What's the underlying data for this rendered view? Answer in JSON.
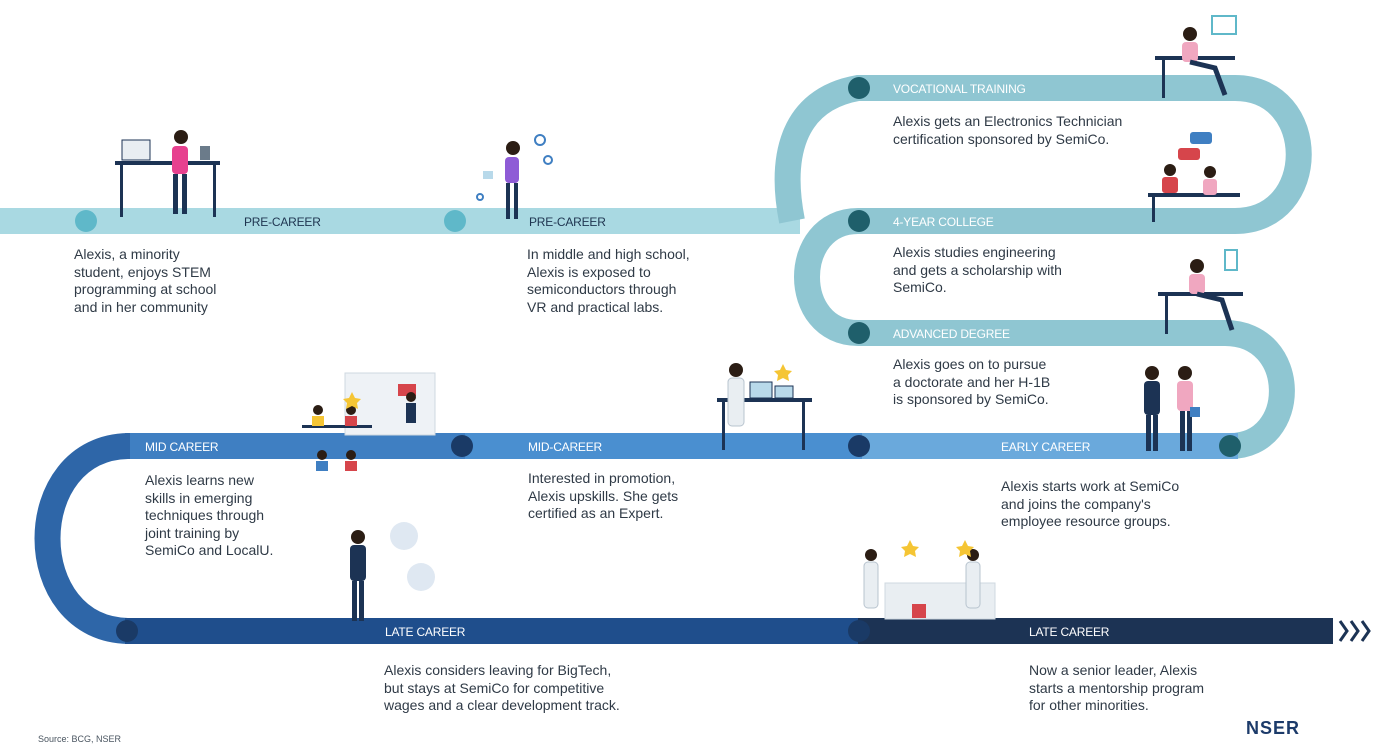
{
  "stages": [
    {
      "label": "PRE-CAREER",
      "lines": [
        "Alexis, a minority",
        "student, enjoys STEM",
        "programming at school",
        "and in her community"
      ]
    },
    {
      "label": "PRE-CAREER",
      "lines": [
        "In middle and high school,",
        "Alexis is exposed to",
        "semiconductors through",
        "VR and practical labs."
      ]
    },
    {
      "label": "VOCATIONAL TRAINING",
      "lines": [
        "Alexis gets an Electronics Technician",
        "certification sponsored by SemiCo."
      ]
    },
    {
      "label": "4-YEAR COLLEGE",
      "lines": [
        "Alexis studies engineering",
        "and gets a scholarship with",
        "SemiCo."
      ]
    },
    {
      "label": "ADVANCED DEGREE",
      "lines": [
        "Alexis goes on to pursue",
        "a doctorate and her H-1B",
        "is sponsored by SemiCo."
      ]
    },
    {
      "label": "EARLY CAREER",
      "lines": [
        "Alexis starts work at SemiCo",
        "and joins the company's",
        "employee resource groups."
      ]
    },
    {
      "label": "MID-CAREER",
      "lines": [
        "Interested in promotion,",
        "Alexis upskills. She gets",
        "certified as an Expert."
      ]
    },
    {
      "label": "MID CAREER",
      "lines": [
        "Alexis learns new",
        "skills in emerging",
        "techniques through",
        "joint training by",
        "SemiCo and LocalU."
      ]
    },
    {
      "label": "LATE CAREER",
      "lines": [
        "Alexis considers leaving for BigTech,",
        "but stays at SemiCo for competitive",
        "wages and a clear development track."
      ]
    },
    {
      "label": "LATE CAREER",
      "lines": [
        "Now a senior leader, Alexis",
        "starts a mentorship program",
        "for other minorities."
      ]
    }
  ],
  "source": "Source: BCG, NSER",
  "logo": "NSER",
  "colors": {
    "track_light": "#a9d9e2",
    "track_teal": "#8fc6d2",
    "track_blue": "#6aa9dc",
    "track_mid": "#3f7fc2",
    "track_dark": "#1f4e8c",
    "track_navy": "#1c3354",
    "dot_light": "#5fb8c9",
    "dot_teal": "#1f5f6b",
    "dot_navy": "#1a3a66"
  }
}
